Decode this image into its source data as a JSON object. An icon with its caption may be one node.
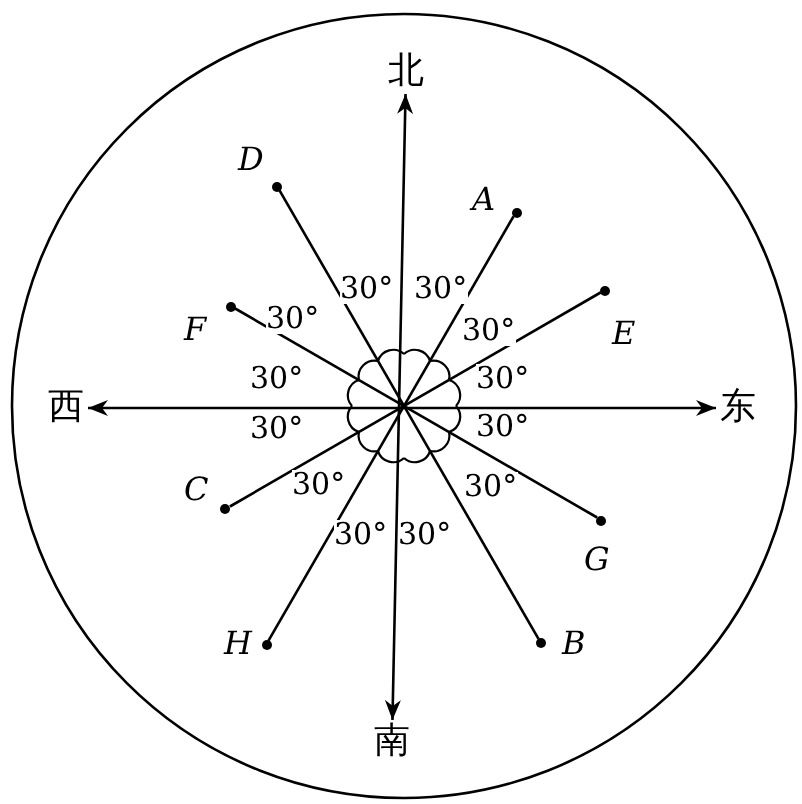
{
  "diagram": {
    "nodes": [
      {
        "text": [
          "北"
        ]
      },
      {
        "text": [
          "南"
        ]
      },
      {
        "text": [
          "西"
        ]
      },
      {
        "text": [
          "东"
        ]
      },
      {
        "text": [],
        "shape": "circle",
        "beside": [
          "A"
        ]
      },
      {
        "text": [],
        "shape": "circle",
        "beside": [
          "B"
        ]
      },
      {
        "text": [],
        "shape": "circle",
        "beside": [
          "C"
        ]
      },
      {
        "text": [],
        "shape": "circle",
        "beside": [
          "D"
        ]
      },
      {
        "text": [],
        "shape": "circle",
        "beside": [
          "E"
        ]
      },
      {
        "text": [],
        "shape": "circle",
        "beside": [
          "F"
        ]
      },
      {
        "text": [],
        "shape": "circle",
        "beside": [
          "G"
        ]
      },
      {
        "text": [],
        "shape": "circle",
        "beside": [
          "H"
        ]
      }
    ],
    "edges": [
      {
        "from": 0,
        "to": 1,
        "arrow": "both"
      },
      {
        "from": 2,
        "to": 3,
        "arrow": "both"
      },
      {
        "from": 7,
        "to": 5,
        "arrow": "none"
      },
      {
        "from": 4,
        "to": 11,
        "arrow": "none"
      },
      {
        "from": 9,
        "to": 10,
        "arrow": "none"
      },
      {
        "from": 8,
        "to": 6,
        "arrow": "none"
      }
    ],
    "labels": [
      "30°",
      "30°",
      "30°",
      "30°",
      "30°",
      "30°",
      "30°",
      "30°",
      "30°",
      "30°",
      "30°",
      "30°"
    ]
  }
}
